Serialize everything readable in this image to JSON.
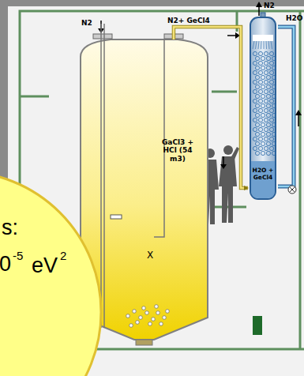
{
  "diagram": {
    "nodes": [
      {
        "text": [
          "GaCl3 + HCl (54 m3)"
        ]
      },
      {
        "text": [
          "H2O + GeCl4"
        ]
      },
      {
        "text": [
          "s:",
          "0",
          "-5",
          "eV",
          "2"
        ]
      }
    ],
    "edges": [
      {
        "from": 0,
        "to": 1,
        "arrow": "to",
        "label": "N2+ GeCl4"
      }
    ],
    "labels": [
      "N2",
      "N2",
      "H2O",
      "X"
    ]
  }
}
